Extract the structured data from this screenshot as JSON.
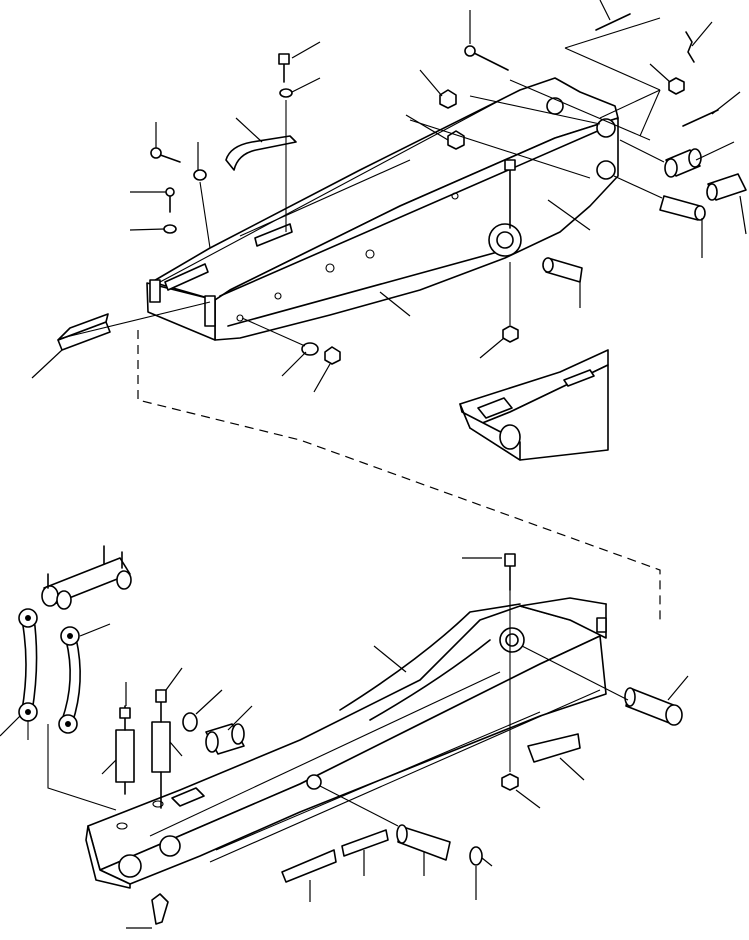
{
  "diagram": {
    "kind": "exploded parts illustration",
    "assemblies": [
      {
        "id": "upper",
        "name": ""
      },
      {
        "id": "lower",
        "name": ""
      }
    ],
    "callouts_upper": 28,
    "callouts_lower": 20,
    "line_color": "#000000",
    "background": "#ffffff"
  }
}
